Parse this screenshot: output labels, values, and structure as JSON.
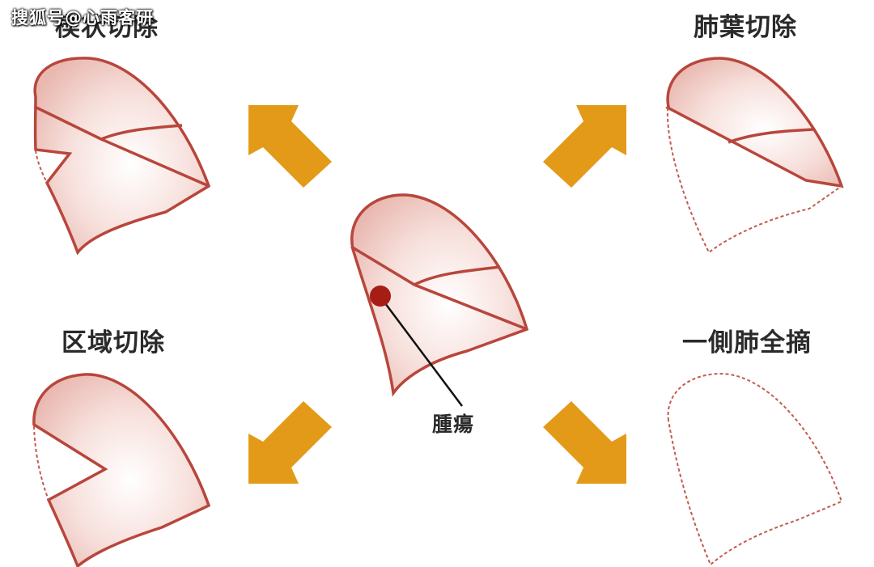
{
  "watermark": "搜狐号@心雨客研",
  "labels": {
    "top_left": "楔状切除",
    "top_right": "肺葉切除",
    "bottom_left": "区域切除",
    "bottom_right": "一側肺全摘",
    "tumor": "腫瘍"
  },
  "colors": {
    "lung_fill": "#f0c8c2",
    "lung_outline": "#b8463c",
    "tumor": "#a51d14",
    "arrow": "#e39a19",
    "dashed": "#c45a50"
  }
}
